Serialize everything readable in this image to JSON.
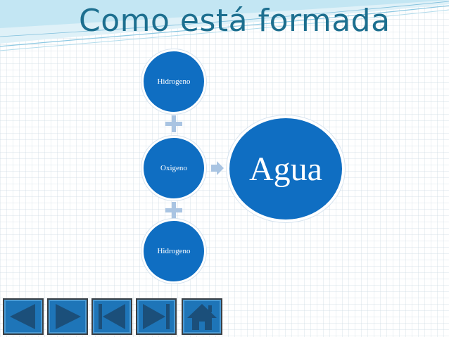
{
  "slide": {
    "title": "Como está formada",
    "diagram": {
      "top_circle_label": "Hidrogeno",
      "middle_circle_label": "Oxigeno",
      "bottom_circle_label": "Hidrogeno",
      "result_label": "Agua"
    }
  },
  "colors": {
    "title": "#1d6f8f",
    "circle_fill": "#0f6ec2",
    "connector": "#a9c4e2",
    "nav_button": "#1e75b8",
    "nav_icon": "#1b4f7a"
  },
  "navigation": {
    "icons": [
      "previous-icon",
      "next-icon",
      "first-slide-icon",
      "last-slide-icon",
      "home-icon"
    ]
  }
}
